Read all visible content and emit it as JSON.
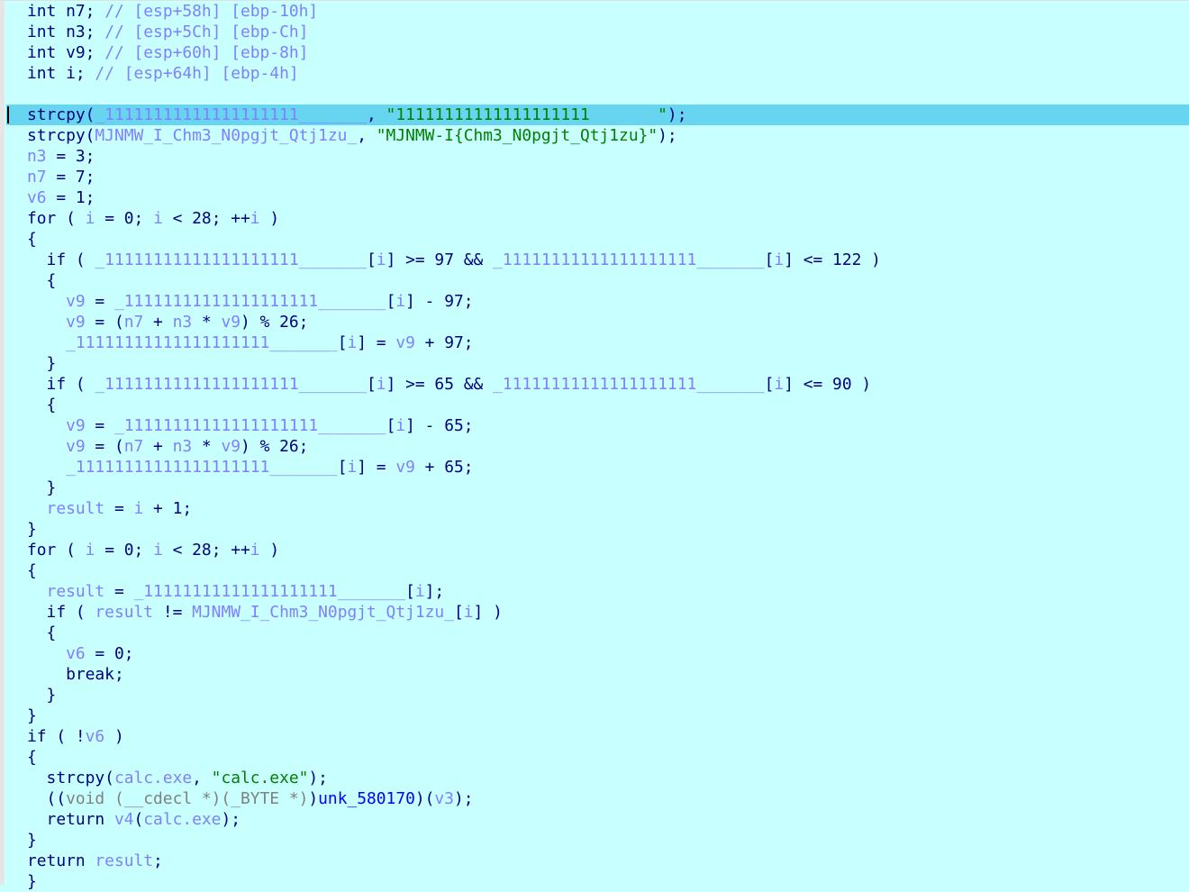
{
  "editor": {
    "view": "pseudocode",
    "colors": {
      "background": "#c8ffff",
      "highlight_line": "#68d5f0",
      "keyword": "#000080",
      "variable": "#8080ff",
      "string": "#008000",
      "function": "#0000ff",
      "cast": "#808080"
    },
    "highlighted_line_index": 5,
    "identifiers": {
      "buf": "_11111111111111111111_______",
      "flag_buf": "MJNMW_I_Chm3_N0pgjt_Qtj1zu_",
      "exe_buf": "calc.exe"
    },
    "strings": {
      "ones": "\"11111111111111111111       \"",
      "flag": "\"MJNMW-I{Chm3_N0pgjt_Qtj1zu}\"",
      "calc": "\"calc.exe\""
    },
    "lines": [
      [
        {
          "t": "kw",
          "v": "int "
        },
        {
          "t": "kw",
          "v": "n7; "
        },
        {
          "t": "cmt",
          "v": "// [esp+58h] [ebp-10h]"
        }
      ],
      [
        {
          "t": "kw",
          "v": "int "
        },
        {
          "t": "kw",
          "v": "n3; "
        },
        {
          "t": "cmt",
          "v": "// [esp+5Ch] [ebp-Ch]"
        }
      ],
      [
        {
          "t": "kw",
          "v": "int "
        },
        {
          "t": "kw",
          "v": "v9; "
        },
        {
          "t": "cmt",
          "v": "// [esp+60h] [ebp-8h]"
        }
      ],
      [
        {
          "t": "kw",
          "v": "int "
        },
        {
          "t": "kw",
          "v": "i; "
        },
        {
          "t": "cmt",
          "v": "// [esp+64h] [ebp-4h]"
        }
      ],
      [],
      [
        {
          "t": "kw",
          "v": "strcpy("
        },
        {
          "t": "var",
          "v": "_11111111111111111111_______"
        },
        {
          "t": "pun",
          "v": ", "
        },
        {
          "t": "str",
          "v": "\"11111111111111111111       \""
        },
        {
          "t": "pun",
          "v": ");"
        }
      ],
      [
        {
          "t": "kw",
          "v": "strcpy("
        },
        {
          "t": "var",
          "v": "MJNMW_I_Chm3_N0pgjt_Qtj1zu_"
        },
        {
          "t": "pun",
          "v": ", "
        },
        {
          "t": "str",
          "v": "\"MJNMW-I{Chm3_N0pgjt_Qtj1zu}\""
        },
        {
          "t": "pun",
          "v": ");"
        }
      ],
      [
        {
          "t": "var",
          "v": "n3"
        },
        {
          "t": "pun",
          "v": " = 3;"
        }
      ],
      [
        {
          "t": "var",
          "v": "n7"
        },
        {
          "t": "pun",
          "v": " = 7;"
        }
      ],
      [
        {
          "t": "var",
          "v": "v6"
        },
        {
          "t": "pun",
          "v": " = 1;"
        }
      ],
      [
        {
          "t": "kw",
          "v": "for ( "
        },
        {
          "t": "var",
          "v": "i"
        },
        {
          "t": "pun",
          "v": " = 0; "
        },
        {
          "t": "var",
          "v": "i"
        },
        {
          "t": "pun",
          "v": " < 28; ++"
        },
        {
          "t": "var",
          "v": "i"
        },
        {
          "t": "pun",
          "v": " )"
        }
      ],
      [
        {
          "t": "pun",
          "v": "{"
        }
      ],
      [
        {
          "t": "kw",
          "v": "  if ( "
        },
        {
          "t": "var",
          "v": "_11111111111111111111_______"
        },
        {
          "t": "pun",
          "v": "["
        },
        {
          "t": "var",
          "v": "i"
        },
        {
          "t": "pun",
          "v": "] >= 97 && "
        },
        {
          "t": "var",
          "v": "_11111111111111111111_______"
        },
        {
          "t": "pun",
          "v": "["
        },
        {
          "t": "var",
          "v": "i"
        },
        {
          "t": "pun",
          "v": "] <= 122 )"
        }
      ],
      [
        {
          "t": "pun",
          "v": "  {"
        }
      ],
      [
        {
          "t": "var",
          "v": "    v9"
        },
        {
          "t": "pun",
          "v": " = "
        },
        {
          "t": "var",
          "v": "_11111111111111111111_______"
        },
        {
          "t": "pun",
          "v": "["
        },
        {
          "t": "var",
          "v": "i"
        },
        {
          "t": "pun",
          "v": "] - 97;"
        }
      ],
      [
        {
          "t": "var",
          "v": "    v9"
        },
        {
          "t": "pun",
          "v": " = ("
        },
        {
          "t": "var",
          "v": "n7"
        },
        {
          "t": "pun",
          "v": " + "
        },
        {
          "t": "var",
          "v": "n3"
        },
        {
          "t": "pun",
          "v": " * "
        },
        {
          "t": "var",
          "v": "v9"
        },
        {
          "t": "pun",
          "v": ") % 26;"
        }
      ],
      [
        {
          "t": "var",
          "v": "    _11111111111111111111_______"
        },
        {
          "t": "pun",
          "v": "["
        },
        {
          "t": "var",
          "v": "i"
        },
        {
          "t": "pun",
          "v": "] = "
        },
        {
          "t": "var",
          "v": "v9"
        },
        {
          "t": "pun",
          "v": " + 97;"
        }
      ],
      [
        {
          "t": "pun",
          "v": "  }"
        }
      ],
      [
        {
          "t": "kw",
          "v": "  if ( "
        },
        {
          "t": "var",
          "v": "_11111111111111111111_______"
        },
        {
          "t": "pun",
          "v": "["
        },
        {
          "t": "var",
          "v": "i"
        },
        {
          "t": "pun",
          "v": "] >= 65 && "
        },
        {
          "t": "var",
          "v": "_11111111111111111111_______"
        },
        {
          "t": "pun",
          "v": "["
        },
        {
          "t": "var",
          "v": "i"
        },
        {
          "t": "pun",
          "v": "] <= 90 )"
        }
      ],
      [
        {
          "t": "pun",
          "v": "  {"
        }
      ],
      [
        {
          "t": "var",
          "v": "    v9"
        },
        {
          "t": "pun",
          "v": " = "
        },
        {
          "t": "var",
          "v": "_11111111111111111111_______"
        },
        {
          "t": "pun",
          "v": "["
        },
        {
          "t": "var",
          "v": "i"
        },
        {
          "t": "pun",
          "v": "] - 65;"
        }
      ],
      [
        {
          "t": "var",
          "v": "    v9"
        },
        {
          "t": "pun",
          "v": " = ("
        },
        {
          "t": "var",
          "v": "n7"
        },
        {
          "t": "pun",
          "v": " + "
        },
        {
          "t": "var",
          "v": "n3"
        },
        {
          "t": "pun",
          "v": " * "
        },
        {
          "t": "var",
          "v": "v9"
        },
        {
          "t": "pun",
          "v": ") % 26;"
        }
      ],
      [
        {
          "t": "var",
          "v": "    _11111111111111111111_______"
        },
        {
          "t": "pun",
          "v": "["
        },
        {
          "t": "var",
          "v": "i"
        },
        {
          "t": "pun",
          "v": "] = "
        },
        {
          "t": "var",
          "v": "v9"
        },
        {
          "t": "pun",
          "v": " + 65;"
        }
      ],
      [
        {
          "t": "pun",
          "v": "  }"
        }
      ],
      [
        {
          "t": "var",
          "v": "  result"
        },
        {
          "t": "pun",
          "v": " = "
        },
        {
          "t": "var",
          "v": "i"
        },
        {
          "t": "pun",
          "v": " + 1;"
        }
      ],
      [
        {
          "t": "pun",
          "v": "}"
        }
      ],
      [
        {
          "t": "kw",
          "v": "for ( "
        },
        {
          "t": "var",
          "v": "i"
        },
        {
          "t": "pun",
          "v": " = 0; "
        },
        {
          "t": "var",
          "v": "i"
        },
        {
          "t": "pun",
          "v": " < 28; ++"
        },
        {
          "t": "var",
          "v": "i"
        },
        {
          "t": "pun",
          "v": " )"
        }
      ],
      [
        {
          "t": "pun",
          "v": "{"
        }
      ],
      [
        {
          "t": "var",
          "v": "  result"
        },
        {
          "t": "pun",
          "v": " = "
        },
        {
          "t": "var",
          "v": "_11111111111111111111_______"
        },
        {
          "t": "pun",
          "v": "["
        },
        {
          "t": "var",
          "v": "i"
        },
        {
          "t": "pun",
          "v": "];"
        }
      ],
      [
        {
          "t": "kw",
          "v": "  if ( "
        },
        {
          "t": "var",
          "v": "result"
        },
        {
          "t": "pun",
          "v": " != "
        },
        {
          "t": "var",
          "v": "MJNMW_I_Chm3_N0pgjt_Qtj1zu_"
        },
        {
          "t": "pun",
          "v": "["
        },
        {
          "t": "var",
          "v": "i"
        },
        {
          "t": "pun",
          "v": "] )"
        }
      ],
      [
        {
          "t": "pun",
          "v": "  {"
        }
      ],
      [
        {
          "t": "var",
          "v": "    v6"
        },
        {
          "t": "pun",
          "v": " = 0;"
        }
      ],
      [
        {
          "t": "kw",
          "v": "    break;"
        }
      ],
      [
        {
          "t": "pun",
          "v": "  }"
        }
      ],
      [
        {
          "t": "pun",
          "v": "}"
        }
      ],
      [
        {
          "t": "kw",
          "v": "if ( "
        },
        {
          "t": "pun",
          "v": "!"
        },
        {
          "t": "var",
          "v": "v6"
        },
        {
          "t": "pun",
          "v": " )"
        }
      ],
      [
        {
          "t": "pun",
          "v": "{"
        }
      ],
      [
        {
          "t": "kw",
          "v": "  strcpy("
        },
        {
          "t": "var",
          "v": "calc.exe"
        },
        {
          "t": "pun",
          "v": ", "
        },
        {
          "t": "str",
          "v": "\"calc.exe\""
        },
        {
          "t": "pun",
          "v": ");"
        }
      ],
      [
        {
          "t": "pun",
          "v": "  (("
        },
        {
          "t": "cast",
          "v": "void (__cdecl *)(_BYTE *)"
        },
        {
          "t": "pun",
          "v": ")"
        },
        {
          "t": "fn",
          "v": "unk_580170"
        },
        {
          "t": "pun",
          "v": ")("
        },
        {
          "t": "var",
          "v": "v3"
        },
        {
          "t": "pun",
          "v": ");"
        }
      ],
      [
        {
          "t": "kw",
          "v": "  return "
        },
        {
          "t": "var",
          "v": "v4"
        },
        {
          "t": "pun",
          "v": "("
        },
        {
          "t": "var",
          "v": "calc.exe"
        },
        {
          "t": "pun",
          "v": ");"
        }
      ],
      [
        {
          "t": "pun",
          "v": "}"
        }
      ],
      [
        {
          "t": "kw",
          "v": "return "
        },
        {
          "t": "var",
          "v": "result"
        },
        {
          "t": "pun",
          "v": ";"
        }
      ],
      [
        {
          "t": "pun",
          "v": "}"
        }
      ]
    ]
  }
}
